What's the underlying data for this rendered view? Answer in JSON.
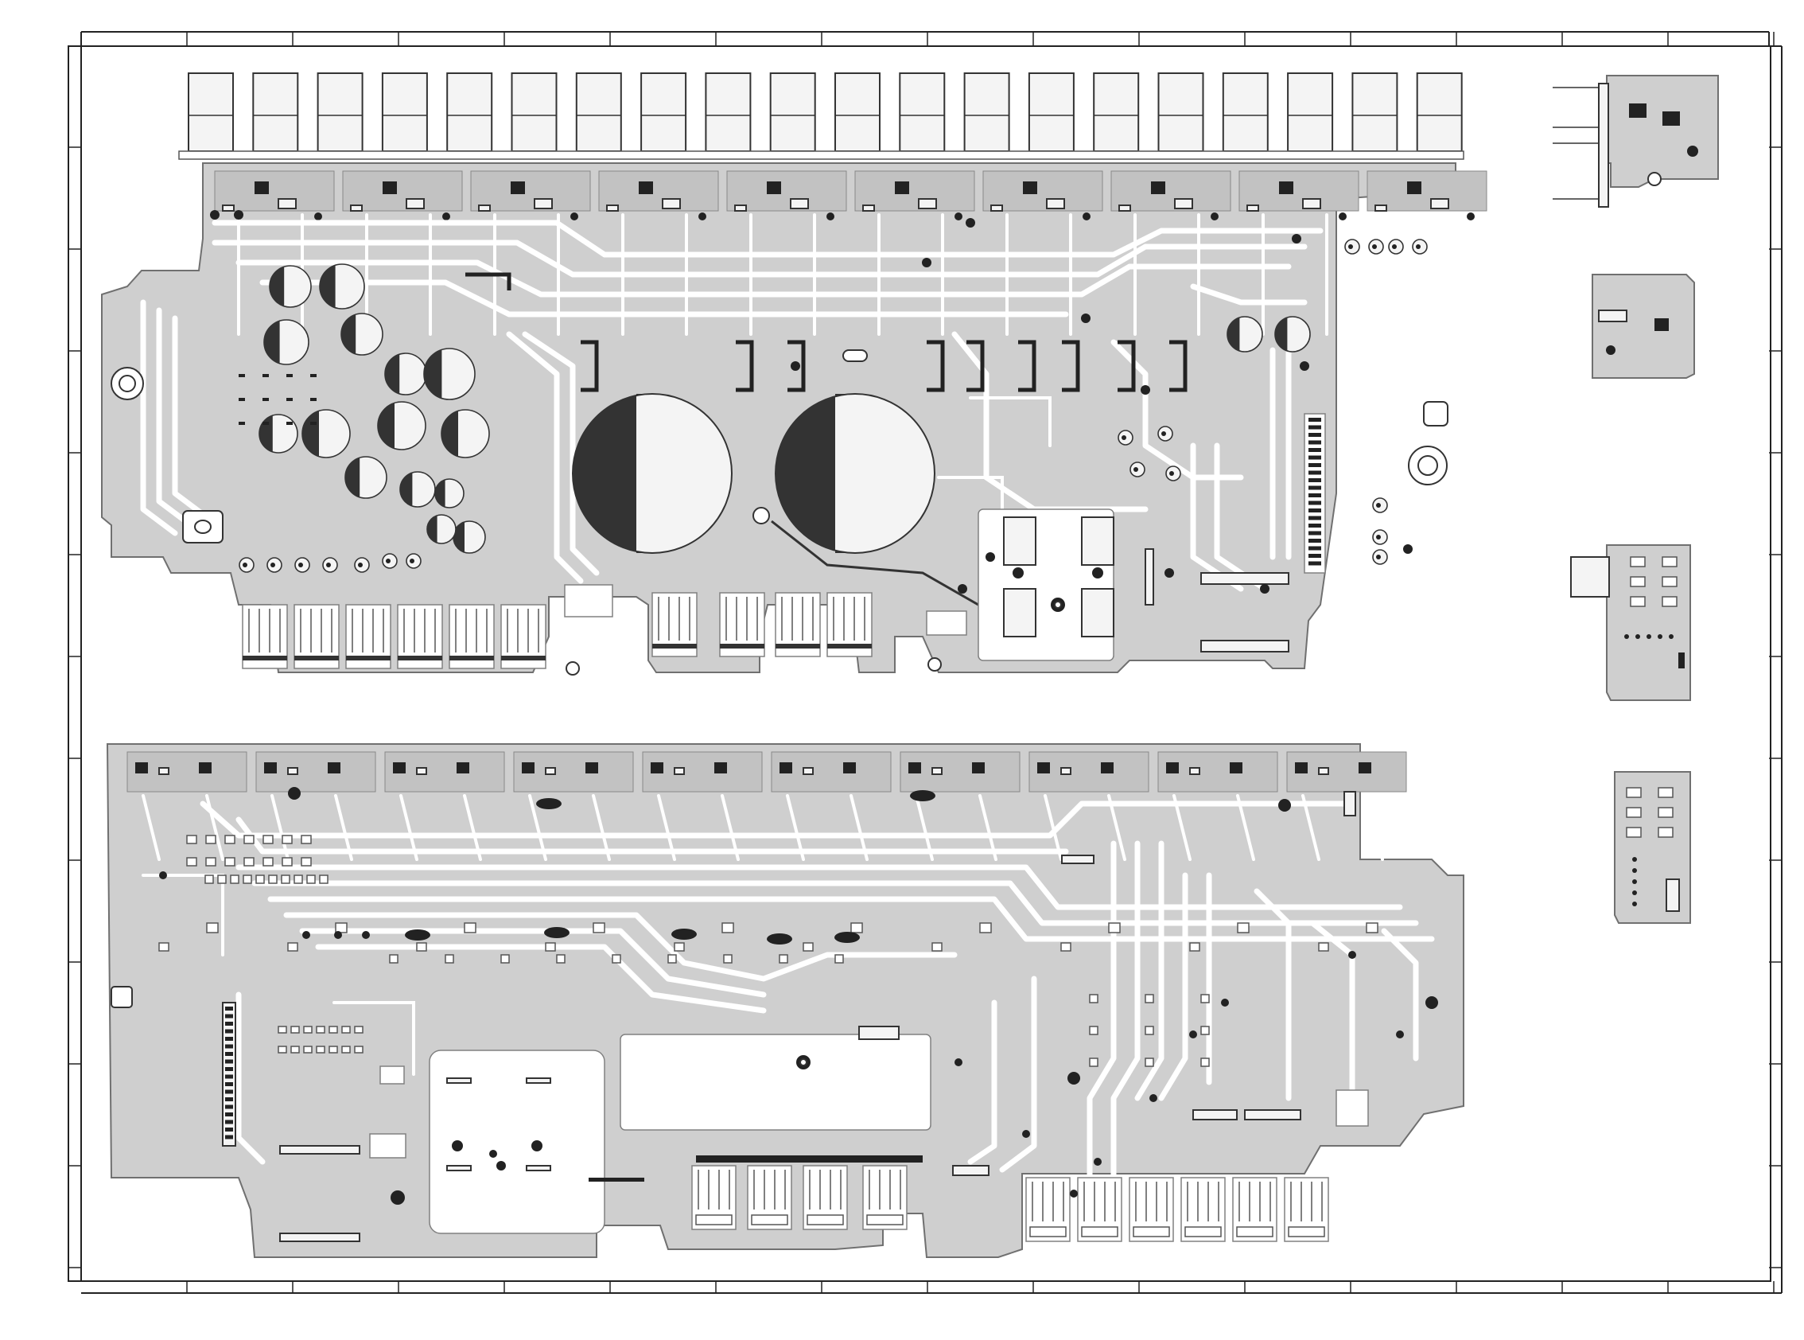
{
  "colors": {
    "copper_fill": "#cfcfcf",
    "trace": "#ffffff",
    "outline": "#707070",
    "ink": "#222222",
    "background": "#ffffff"
  },
  "boards": [
    {
      "id": "main-amp-board",
      "position": "top-left"
    },
    {
      "id": "dsp-board",
      "position": "bottom-left"
    },
    {
      "id": "jack-board-1",
      "position": "right"
    },
    {
      "id": "jack-board-2",
      "position": "right"
    },
    {
      "id": "jack-board-3",
      "position": "right"
    },
    {
      "id": "jack-board-4",
      "position": "right"
    }
  ],
  "counts": {
    "output_jacks": 20,
    "driver_modules": 10,
    "dsp_channel_blocks": 10
  }
}
